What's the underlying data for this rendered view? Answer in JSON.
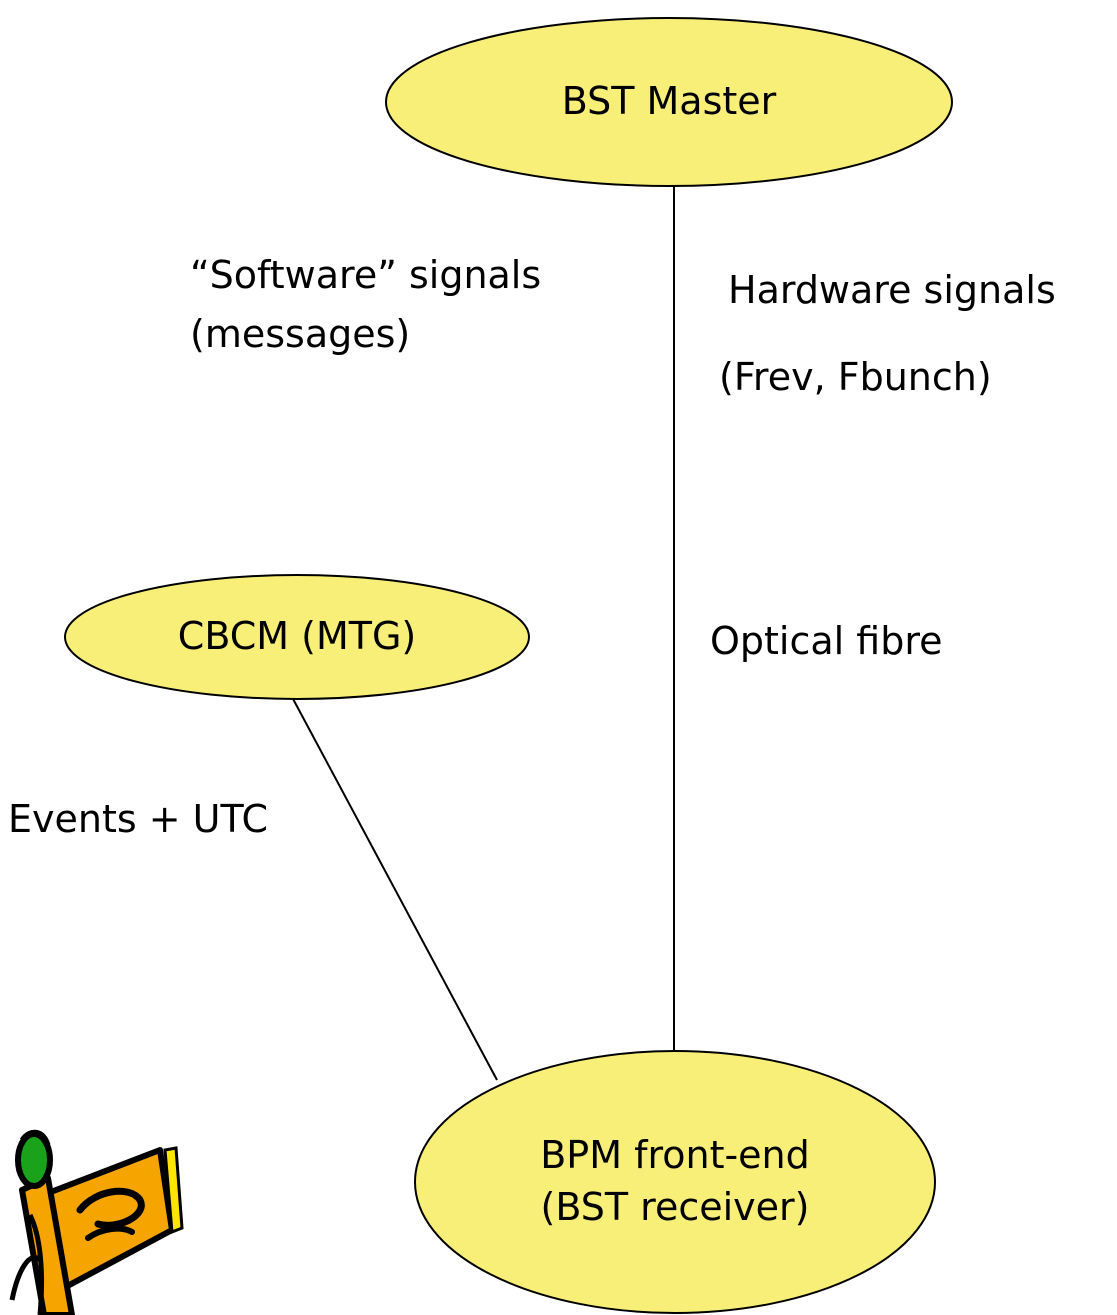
{
  "colors": {
    "node_fill": "#f8ef78",
    "stroke": "#000000",
    "background": "#ffffff"
  },
  "nodes": {
    "bst_master": {
      "line1": "BST Master"
    },
    "cbcm": {
      "line1": "CBCM (MTG)"
    },
    "bpm_frontend": {
      "line1": "BPM front-end",
      "line2": "(BST receiver)"
    }
  },
  "labels": {
    "software_line1": "“Software” signals",
    "software_line2": "(messages)",
    "hardware_line1": "Hardware signals",
    "hardware_line2": "(Frev, Fbunch)",
    "optical": "Optical fibre",
    "events": "Events + UTC"
  },
  "clipart": {
    "icon": "rolled-paper-scroll-icon"
  }
}
